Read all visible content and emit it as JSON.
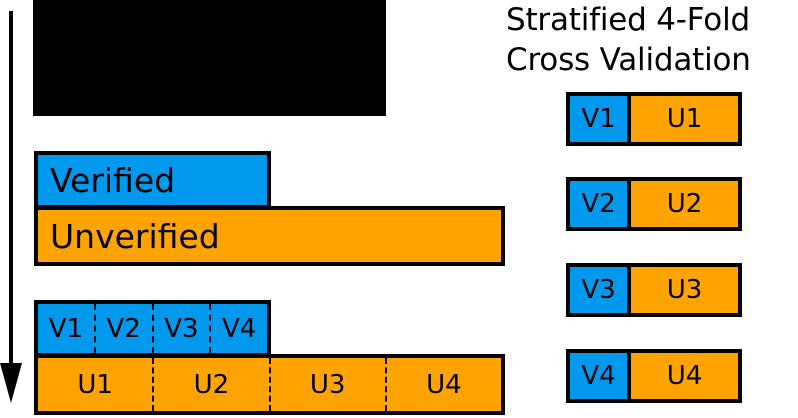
{
  "colors": {
    "validation_blue": "#0099ee",
    "training_orange": "#ffa300",
    "outline_black": "#000000",
    "background": "#ffffff"
  },
  "timeline": {
    "arrow_name": "downward-time-arrow",
    "direction": "down"
  },
  "redacted_block": {
    "label": ""
  },
  "dataset": {
    "verified_label": "Verified",
    "unverified_label": "Unverified"
  },
  "splits": {
    "verified_folds": [
      "V1",
      "V2",
      "V3",
      "V4"
    ],
    "unverified_folds": [
      "U1",
      "U2",
      "U3",
      "U4"
    ]
  },
  "cross_validation": {
    "title_line_1": "Stratified 4-Fold",
    "title_line_2": "Cross Validation",
    "folds": [
      {
        "validation": "V1",
        "training": "U1"
      },
      {
        "validation": "V2",
        "training": "U2"
      },
      {
        "validation": "V3",
        "training": "U3"
      },
      {
        "validation": "V4",
        "training": "U4"
      }
    ]
  }
}
